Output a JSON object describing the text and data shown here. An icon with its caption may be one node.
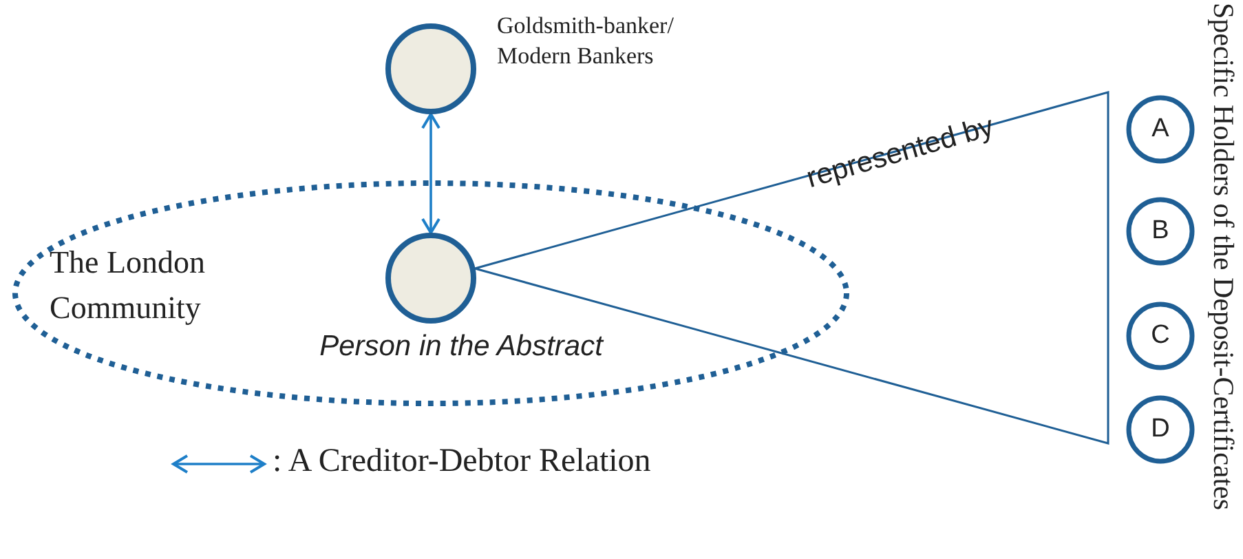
{
  "diagram": {
    "nodes": [
      {
        "text": [
          "Goldsmith-banker/ Modern Bankers"
        ]
      },
      {
        "text": [
          "The London Community"
        ]
      },
      {
        "text": [
          "Person in the Abstract"
        ],
        "in": 1
      },
      {
        "text": [
          "represented by"
        ]
      },
      {
        "text": [
          "A"
        ]
      },
      {
        "text": [
          "B"
        ]
      },
      {
        "text": [
          "C"
        ]
      },
      {
        "text": [
          "D"
        ]
      }
    ],
    "edges": [
      {
        "from": 0,
        "to": 2,
        "arrow": "both"
      }
    ],
    "labels": [
      "Specific Holders of the Deposit-Certificates"
    ],
    "legend": [
      {
        "text": ": A Creditor-Debtor Relation"
      }
    ]
  }
}
